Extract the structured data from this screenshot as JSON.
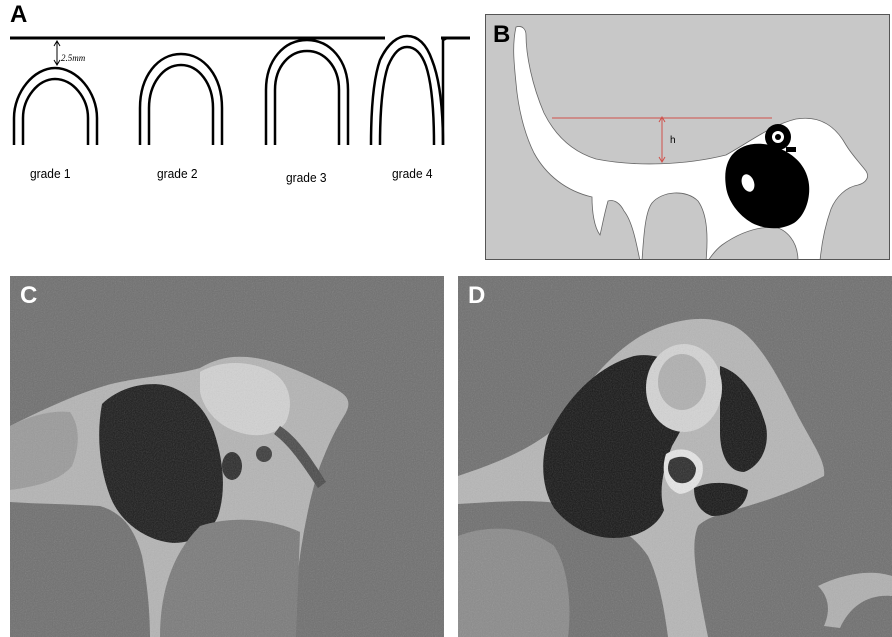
{
  "panels": {
    "a": {
      "letter": "A",
      "scale_label": "2.5mm",
      "grades": [
        "grade 1",
        "grade 2",
        "grade 3",
        "grade 4"
      ]
    },
    "b": {
      "letter": "B",
      "height_label": "h"
    },
    "c": {
      "letter": "C"
    },
    "d": {
      "letter": "D"
    }
  },
  "colors": {
    "measure_line": "#d0504a",
    "panel_b_bg": "#c8c8c8",
    "ct_bg": "#6e6e6e"
  }
}
